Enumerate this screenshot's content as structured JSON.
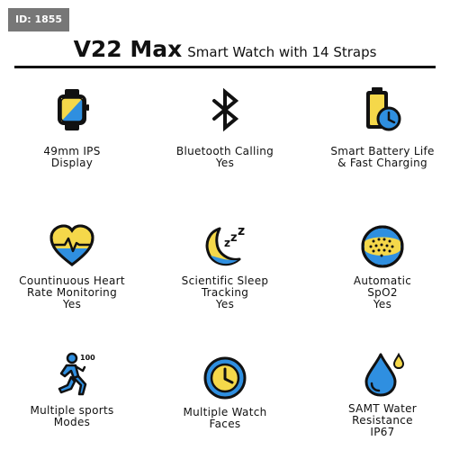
{
  "badge": "ID: 1855",
  "header": {
    "title": "V22 Max",
    "subtitle": "Smart Watch with 14 Straps"
  },
  "colors": {
    "yellow": "#f5d84a",
    "blue": "#2f8fe0",
    "outline": "#111111"
  },
  "features": [
    {
      "icon": "smartwatch-icon",
      "lines": [
        "49mm IPS",
        "Display"
      ]
    },
    {
      "icon": "bluetooth-icon",
      "lines": [
        "Bluetooth Calling",
        "Yes"
      ]
    },
    {
      "icon": "battery-clock-icon",
      "lines": [
        "Smart Battery Life",
        "& Fast Charging"
      ]
    },
    {
      "icon": "heart-rate-icon",
      "lines": [
        "Countinuous Heart",
        "Rate Monitoring",
        "Yes"
      ]
    },
    {
      "icon": "sleep-moon-icon",
      "lines": [
        "Scientific Sleep",
        "Tracking",
        "Yes"
      ]
    },
    {
      "icon": "spo2-icon",
      "lines": [
        "Automatic",
        "SpO2",
        "Yes"
      ]
    },
    {
      "icon": "running-person-icon",
      "lines": [
        "Multiple sports",
        "Modes"
      ],
      "icon_text": "100"
    },
    {
      "icon": "clock-face-icon",
      "lines": [
        "Multiple Watch",
        "Faces"
      ]
    },
    {
      "icon": "water-drop-icon",
      "lines": [
        "SAMT Water",
        "Resistance",
        "IP67"
      ]
    }
  ]
}
